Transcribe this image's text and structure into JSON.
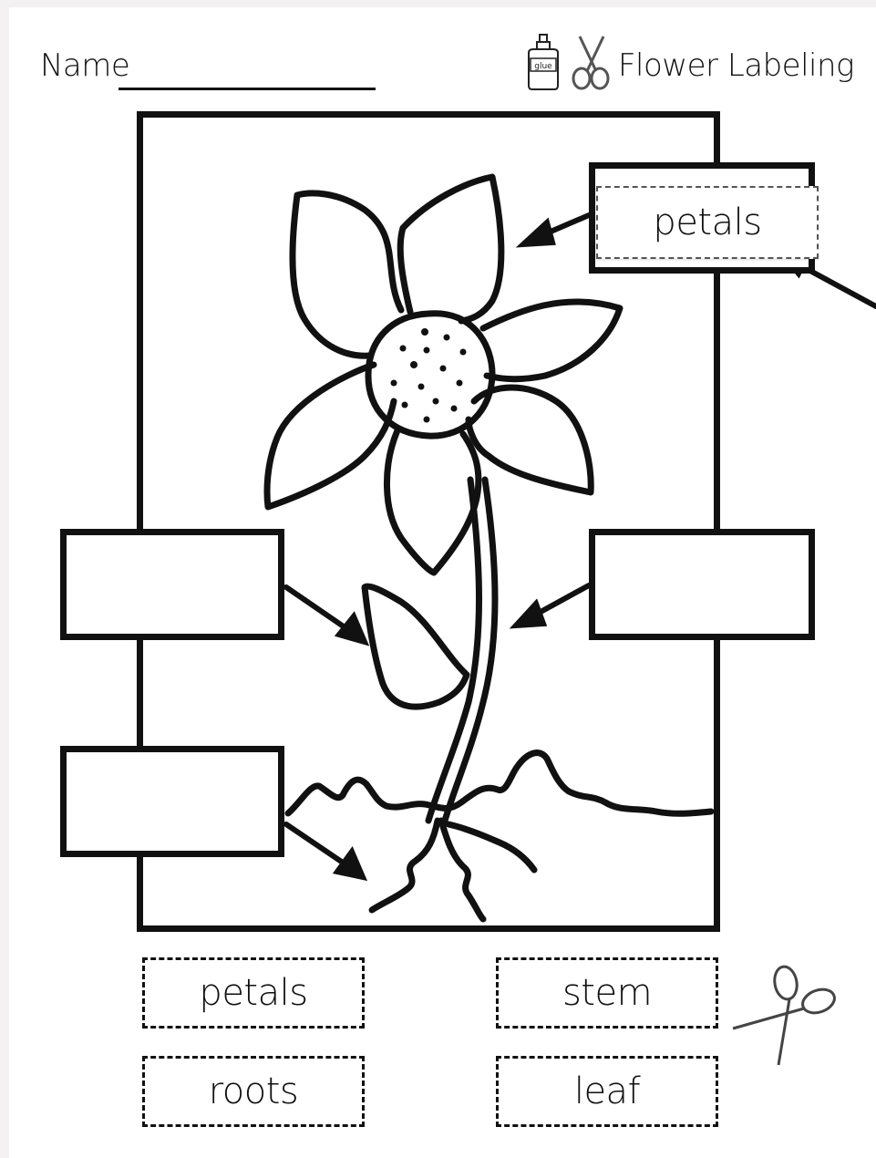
{
  "header": {
    "name_label": "Name",
    "title": "Flower Labeling",
    "glue_text": "glue"
  },
  "diagram": {
    "placed_label": "petals",
    "empty_boxes": 3
  },
  "cut_out_labels": [
    "petals",
    "stem",
    "roots",
    "leaf"
  ],
  "icons": [
    "glue-bottle-icon",
    "scissors-icon",
    "scissors-icon"
  ],
  "colors": {
    "ink": "#111111",
    "paper": "#ffffff",
    "background": "#f3f1f1"
  }
}
